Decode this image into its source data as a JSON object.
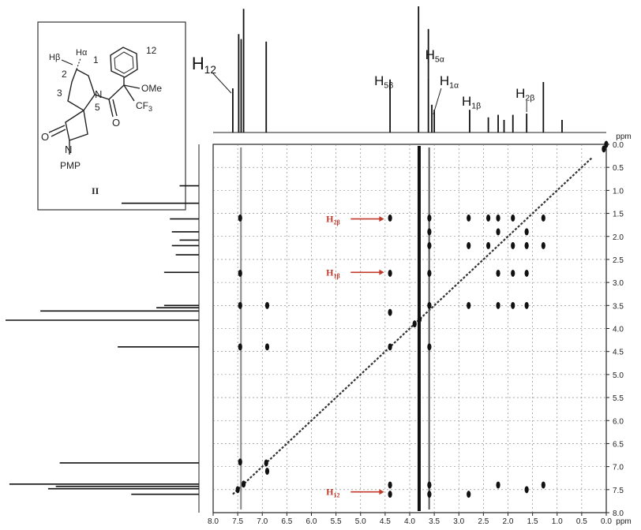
{
  "chart_data": {
    "type": "heatmap",
    "title": "",
    "axis_unit": "ppm",
    "xlim": [
      8.0,
      0.0
    ],
    "ylim": [
      0.0,
      8.0
    ],
    "grid": true,
    "x_ticks": [
      "8.0",
      "7.5",
      "7.0",
      "6.5",
      "6.0",
      "5.5",
      "5.0",
      "4.5",
      "4.0",
      "3.5",
      "3.0",
      "2.5",
      "2.0",
      "1.5",
      "1.0",
      "0.5",
      "0.0"
    ],
    "y_ticks": [
      "0.0",
      "0.5",
      "1.0",
      "1.5",
      "2.0",
      "2.5",
      "3.0",
      "3.5",
      "4.0",
      "4.5",
      "5.0",
      "5.5",
      "6.0",
      "6.5",
      "7.0",
      "7.5",
      "8.0"
    ],
    "top_peaks": [
      {
        "ppm": 7.6,
        "h": 0.35
      },
      {
        "ppm": 7.48,
        "h": 0.78
      },
      {
        "ppm": 7.43,
        "h": 0.74
      },
      {
        "ppm": 7.38,
        "h": 0.98
      },
      {
        "ppm": 6.92,
        "h": 0.72
      },
      {
        "ppm": 4.4,
        "h": 0.42
      },
      {
        "ppm": 3.82,
        "h": 1.0
      },
      {
        "ppm": 3.62,
        "h": 0.82
      },
      {
        "ppm": 3.55,
        "h": 0.22
      },
      {
        "ppm": 3.5,
        "h": 0.18
      },
      {
        "ppm": 2.78,
        "h": 0.18
      },
      {
        "ppm": 2.4,
        "h": 0.12
      },
      {
        "ppm": 2.2,
        "h": 0.14
      },
      {
        "ppm": 2.08,
        "h": 0.1
      },
      {
        "ppm": 1.9,
        "h": 0.14
      },
      {
        "ppm": 1.62,
        "h": 0.15
      },
      {
        "ppm": 1.28,
        "h": 0.4
      },
      {
        "ppm": 0.9,
        "h": 0.1
      }
    ],
    "top_peak_labels": [
      {
        "text": "H",
        "sub": "12",
        "ppm": 7.6
      },
      {
        "text": "H",
        "sub": "5β",
        "ppm": 4.4
      },
      {
        "text": "H",
        "sub": "5α",
        "ppm": 3.62
      },
      {
        "text": "H",
        "sub": "1α",
        "ppm": 3.52
      },
      {
        "text": "H",
        "sub": "1β",
        "ppm": 2.78
      },
      {
        "text": "H",
        "sub": "2β",
        "ppm": 1.62
      }
    ],
    "cross_peaks": [
      {
        "x": 3.6,
        "y": 1.6
      },
      {
        "x": 3.6,
        "y": 1.9
      },
      {
        "x": 3.6,
        "y": 2.2
      },
      {
        "x": 3.6,
        "y": 2.8
      },
      {
        "x": 3.6,
        "y": 3.5
      },
      {
        "x": 2.8,
        "y": 1.6
      },
      {
        "x": 2.8,
        "y": 2.2
      },
      {
        "x": 2.8,
        "y": 3.5
      },
      {
        "x": 2.4,
        "y": 1.6
      },
      {
        "x": 2.4,
        "y": 2.2
      },
      {
        "x": 2.2,
        "y": 1.6
      },
      {
        "x": 2.2,
        "y": 1.9
      },
      {
        "x": 2.2,
        "y": 2.8
      },
      {
        "x": 2.2,
        "y": 3.5
      },
      {
        "x": 1.9,
        "y": 1.6
      },
      {
        "x": 1.9,
        "y": 2.2
      },
      {
        "x": 1.9,
        "y": 2.8
      },
      {
        "x": 1.9,
        "y": 3.5
      },
      {
        "x": 1.62,
        "y": 1.9
      },
      {
        "x": 1.62,
        "y": 2.2
      },
      {
        "x": 1.62,
        "y": 2.8
      },
      {
        "x": 1.62,
        "y": 3.5
      },
      {
        "x": 1.28,
        "y": 1.6
      },
      {
        "x": 1.28,
        "y": 2.2
      },
      {
        "x": 4.4,
        "y": 1.6
      },
      {
        "x": 4.4,
        "y": 2.8
      },
      {
        "x": 4.4,
        "y": 3.65
      },
      {
        "x": 4.4,
        "y": 4.4
      },
      {
        "x": 4.4,
        "y": 7.4
      },
      {
        "x": 4.4,
        "y": 7.6
      },
      {
        "x": 3.6,
        "y": 7.4
      },
      {
        "x": 3.6,
        "y": 7.6
      },
      {
        "x": 3.6,
        "y": 4.4
      },
      {
        "x": 6.9,
        "y": 3.5
      },
      {
        "x": 6.9,
        "y": 4.4
      },
      {
        "x": 7.45,
        "y": 3.5
      },
      {
        "x": 7.45,
        "y": 4.4
      },
      {
        "x": 7.45,
        "y": 2.8
      },
      {
        "x": 7.45,
        "y": 1.6
      },
      {
        "x": 2.8,
        "y": 7.6
      },
      {
        "x": 2.2,
        "y": 7.4
      },
      {
        "x": 1.28,
        "y": 7.4
      },
      {
        "x": 1.62,
        "y": 7.5
      },
      {
        "x": 6.9,
        "y": 7.1
      },
      {
        "x": 7.45,
        "y": 6.9
      },
      {
        "x": 7.5,
        "y": 7.5
      },
      {
        "x": 7.38,
        "y": 7.38
      },
      {
        "x": 6.92,
        "y": 6.92
      },
      {
        "x": 0.05,
        "y": 0.1
      },
      {
        "x": 0.0,
        "y": 0.0
      },
      {
        "x": 3.8,
        "y": 3.8
      },
      {
        "x": 3.9,
        "y": 3.9
      }
    ],
    "annotations": [
      {
        "text": "H",
        "sub": "2β",
        "y": 1.62
      },
      {
        "text": "H",
        "sub": "1β",
        "y": 2.78
      },
      {
        "text": "H",
        "sub": "12",
        "y": 7.55
      }
    ]
  },
  "structure": {
    "compound_label": "II",
    "atoms": {
      "h_beta": "Hβ",
      "h_alpha": "Hα",
      "n1": "1",
      "n2": "2",
      "n3": "3",
      "n5": "5",
      "n12": "12",
      "n_ring": "N",
      "n_lactam": "N",
      "o_lactam": "O",
      "o_amide": "O",
      "ome": "OMe",
      "cf3": "CF",
      "cf3_sub": "3",
      "pmp": "PMP"
    }
  }
}
